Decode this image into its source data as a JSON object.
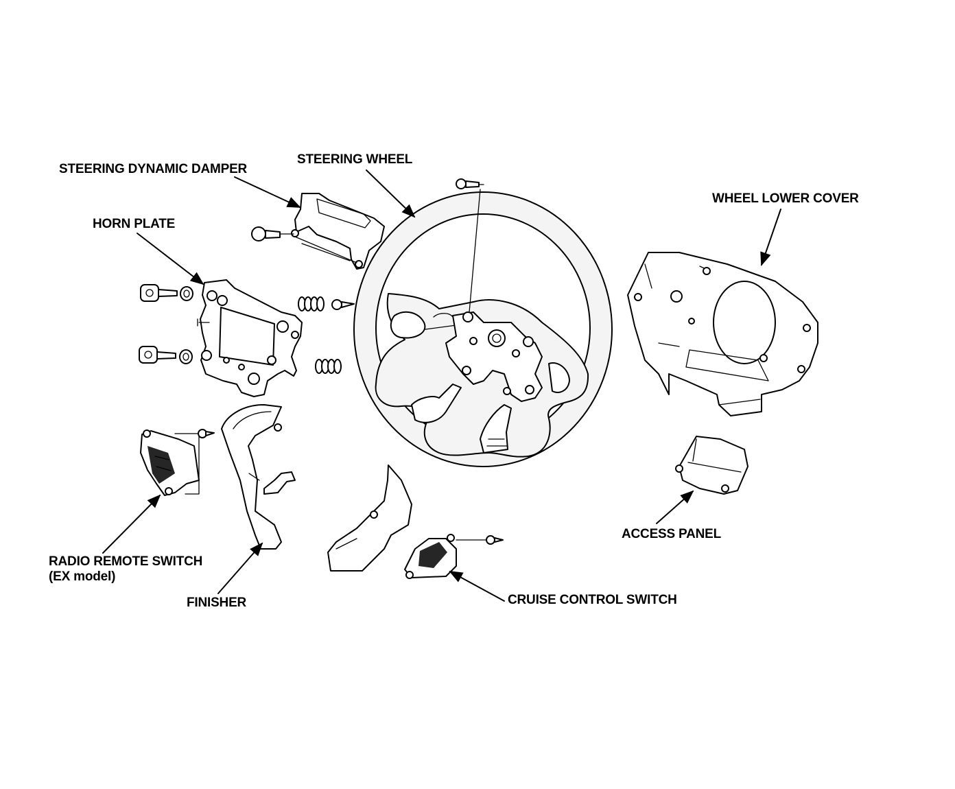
{
  "labels": {
    "steering_dynamic_damper": "STEERING DYNAMIC DAMPER",
    "steering_wheel": "STEERING WHEEL",
    "horn_plate": "HORN PLATE",
    "wheel_lower_cover": "WHEEL LOWER COVER",
    "radio_remote_switch": "RADIO REMOTE SWITCH",
    "radio_remote_switch_note": "(EX model)",
    "finisher": "FINISHER",
    "access_panel": "ACCESS PANEL",
    "cruise_control_switch": "CRUISE CONTROL SWITCH"
  }
}
